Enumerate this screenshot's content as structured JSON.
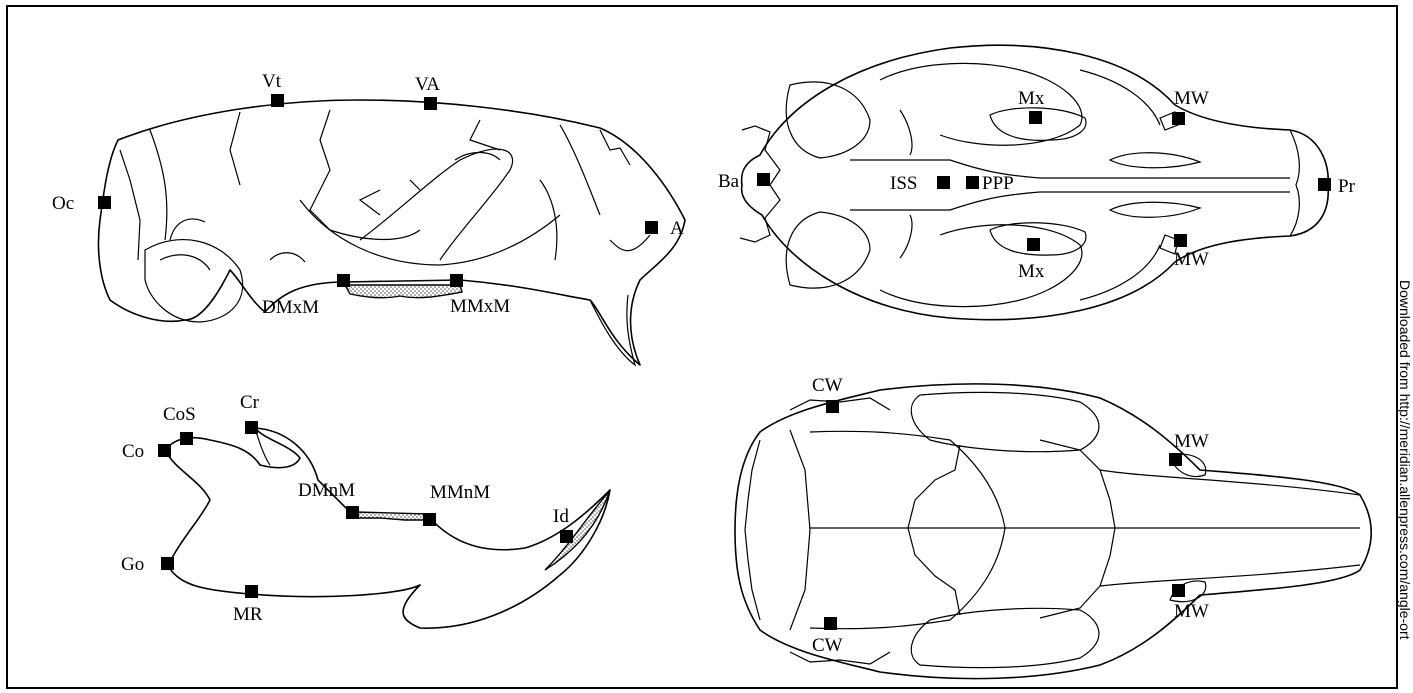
{
  "views": {
    "lateral_skull": {
      "landmarks": {
        "vt": "Vt",
        "va": "VA",
        "oc": "Oc",
        "a": "A",
        "dmxm": "DMxM",
        "mmxm": "MMxM"
      }
    },
    "ventral_skull": {
      "landmarks": {
        "mx_top": "Mx",
        "mx_bottom": "Mx",
        "mw_top": "MW",
        "mw_bottom": "MW",
        "ba": "Ba",
        "iss": "ISS",
        "ppp": "PPP",
        "pr": "Pr"
      }
    },
    "mandible": {
      "landmarks": {
        "cos": "CoS",
        "cr": "Cr",
        "co": "Co",
        "dmnm": "DMnM",
        "mmnm": "MMnM",
        "id": "Id",
        "go": "Go",
        "mr": "MR"
      }
    },
    "dorsal_skull": {
      "landmarks": {
        "cw_top": "CW",
        "cw_bottom": "CW",
        "mw_top": "MW",
        "mw_bottom": "MW"
      }
    }
  },
  "sidebar_text": "Downloaded from http://meridian.allenpress.com/angle-ort"
}
